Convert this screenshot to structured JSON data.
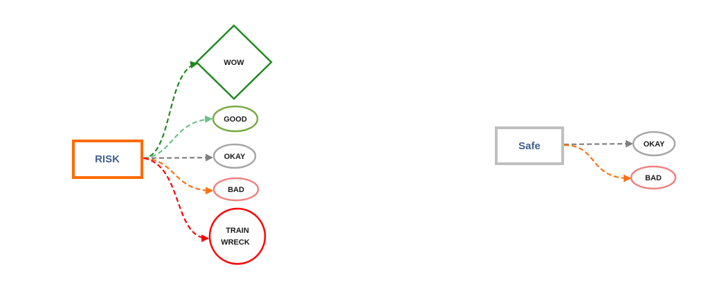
{
  "diagrams": {
    "risk": {
      "source": "RISK",
      "outcomes": {
        "wow": "WOW",
        "good": "GOOD",
        "okay": "OKAY",
        "bad": "BAD",
        "train_wreck_line1": "TRAIN",
        "train_wreck_line2": "WRECK"
      }
    },
    "safe": {
      "source": "Safe",
      "outcomes": {
        "okay": "OKAY",
        "bad": "BAD"
      }
    }
  },
  "colors": {
    "risk_border": "#ff6a00",
    "safe_border": "#bfbfbf",
    "wow": "#1e8a1e",
    "good": "#7aaa45",
    "good_edge": "#6cc08a",
    "okay": "#a6a6a6",
    "okay_edge": "#808080",
    "bad": "#f08080",
    "bad_edge": "#ff7010",
    "train_wreck": "#ff0000"
  }
}
